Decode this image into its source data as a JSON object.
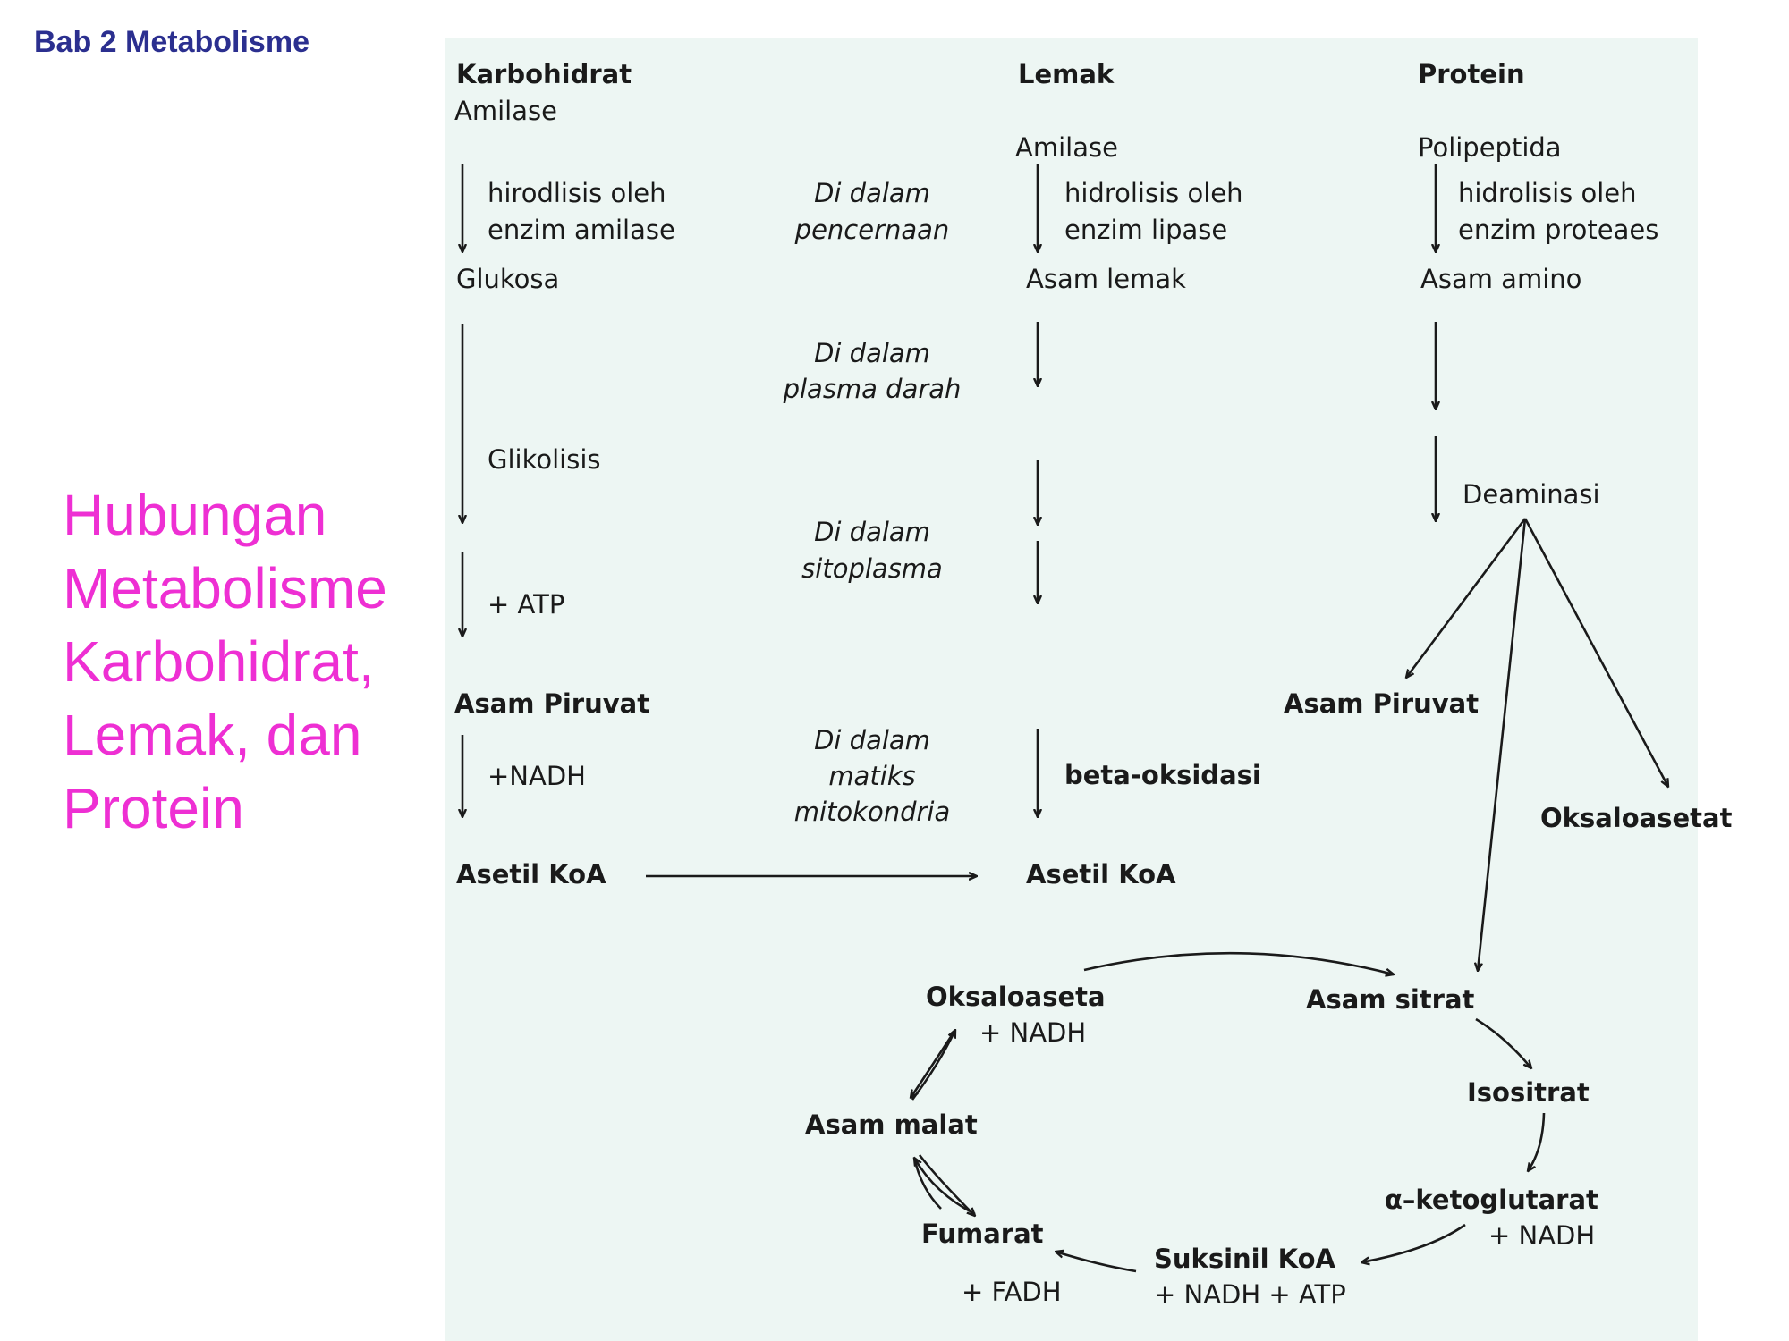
{
  "header": "Bab 2 Metabolisme",
  "side_title": [
    "Hubungan",
    "Metabolisme",
    "Karbohidrat,",
    "Lemak, dan",
    "Protein"
  ],
  "columns": {
    "karbohidrat": {
      "title": "Karbohidrat",
      "start": "Amilase",
      "hydrolysis": [
        "hirodlisis oleh",
        "enzim amilase"
      ],
      "monomer": "Glukosa",
      "glycolysis": "Glikolisis",
      "atp": "+ ATP",
      "pyruvate": "Asam Piruvat",
      "nadh": "+NADH",
      "acetyl": "Asetil KoA"
    },
    "lemak": {
      "title": "Lemak",
      "start": "Amilase",
      "hydrolysis": [
        "hidrolisis oleh",
        "enzim lipase"
      ],
      "monomer": "Asam lemak",
      "beta": "beta-oksidasi",
      "acetyl": "Asetil KoA"
    },
    "protein": {
      "title": "Protein",
      "start": "Polipeptida",
      "hydrolysis": [
        "hidrolisis oleh",
        "enzim proteaes"
      ],
      "monomer": "Asam amino",
      "deamination": "Deaminasi",
      "pyruvate": "Asam Piruvat",
      "oxaloacetate": "Oksaloasetat"
    }
  },
  "locations": {
    "digestion": [
      "Di dalam",
      "pencernaan"
    ],
    "plasma": [
      "Di dalam",
      "plasma darah"
    ],
    "cytoplasm": [
      "Di dalam",
      "sitoplasma"
    ],
    "mitochondria": [
      "Di dalam",
      "matiks",
      "mitokondria"
    ]
  },
  "krebs": {
    "oksaloaseta": "Oksaloaseta",
    "oksaloaseta_nadh": "+ NADH",
    "asam_sitrat": "Asam sitrat",
    "isositrat": "Isositrat",
    "ketoglutarat": "α–ketoglutarat",
    "ketoglutarat_nadh": "+ NADH",
    "suksinil": "Suksinil KoA",
    "suksinil_products": "+ NADH + ATP",
    "fumarat": "Fumarat",
    "fumarat_fadh": "+ FADH",
    "asam_malat": "Asam malat"
  }
}
